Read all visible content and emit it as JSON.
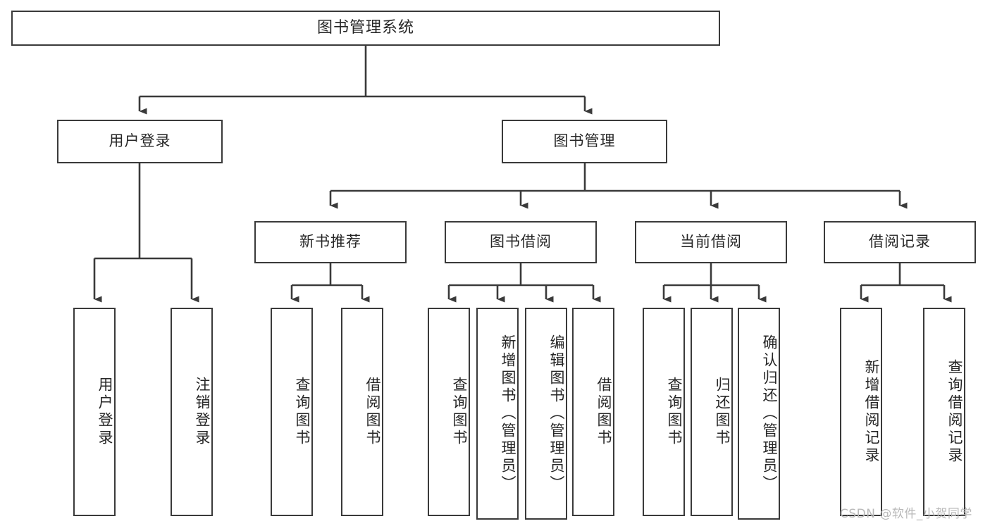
{
  "diagram": {
    "type": "tree-hierarchy",
    "title": "图书管理系统",
    "orientation": "top-down",
    "line_color": "#3a3a3a",
    "box_fill": "#ffffff",
    "text_color": "#262626",
    "watermark": "CSDN @软件_小贺同学",
    "watermark_color": "#b9b9b9"
  },
  "nodes": {
    "root": {
      "label": "图书管理系统",
      "level": 1
    },
    "level2": [
      {
        "id": "user-login",
        "label": "用户登录"
      },
      {
        "id": "book-management",
        "label": "图书管理"
      }
    ],
    "level3": [
      {
        "id": "new-book-recommend",
        "label": "新书推荐",
        "parent": "book-management"
      },
      {
        "id": "book-borrow",
        "label": "图书借阅",
        "parent": "book-management"
      },
      {
        "id": "current-borrow",
        "label": "当前借阅",
        "parent": "book-management"
      },
      {
        "id": "borrow-record",
        "label": "借阅记录",
        "parent": "book-management"
      }
    ],
    "leaves": [
      {
        "id": "leaf-user-login",
        "label": "用户登录",
        "parent": "user-login"
      },
      {
        "id": "leaf-logout-login",
        "label": "注销登录",
        "parent": "user-login"
      },
      {
        "id": "leaf-query-book-1",
        "label": "查询图书",
        "parent": "new-book-recommend"
      },
      {
        "id": "leaf-borrow-book-1",
        "label": "借阅图书",
        "parent": "new-book-recommend"
      },
      {
        "id": "leaf-query-book-2",
        "label": "查询图书",
        "parent": "book-borrow"
      },
      {
        "id": "leaf-add-book",
        "label": "新增图书（管理员）",
        "parent": "book-borrow"
      },
      {
        "id": "leaf-edit-book",
        "label": "编辑图书（管理员）",
        "parent": "book-borrow"
      },
      {
        "id": "leaf-borrow-book-2",
        "label": "借阅图书",
        "parent": "book-borrow"
      },
      {
        "id": "leaf-query-book-3",
        "label": "查询图书",
        "parent": "current-borrow"
      },
      {
        "id": "leaf-return-book",
        "label": "归还图书",
        "parent": "current-borrow"
      },
      {
        "id": "leaf-confirm-return",
        "label": "确认归还（管理员）",
        "parent": "current-borrow"
      },
      {
        "id": "leaf-add-record",
        "label": "新增借阅记录",
        "parent": "borrow-record"
      },
      {
        "id": "leaf-query-record",
        "label": "查询借阅记录",
        "parent": "borrow-record"
      }
    ]
  }
}
